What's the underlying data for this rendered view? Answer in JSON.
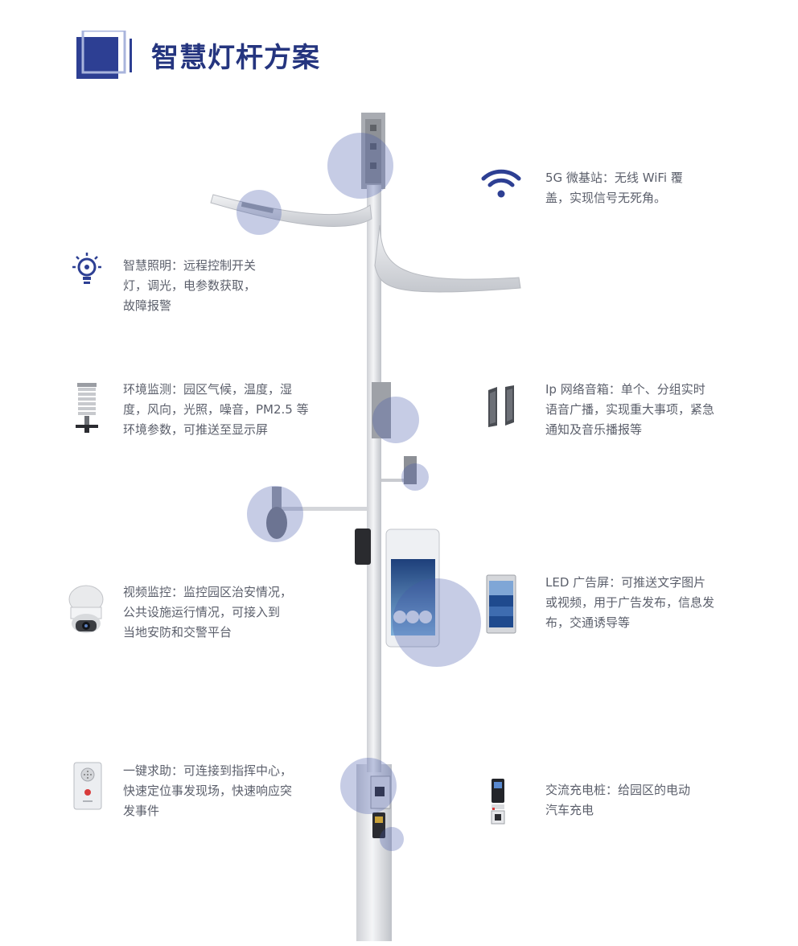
{
  "title": "智慧灯杆方案",
  "colors": {
    "title": "#25357f",
    "accent": "#2d3f93",
    "highlight": "rgba(66,86,168,0.30)",
    "text": "#5b5f6b",
    "pole": "#e6e7ea"
  },
  "features": {
    "lighting": {
      "icon": "lightbulb-icon",
      "lines": [
        "智慧照明：远程控制开关",
        "灯，调光，电参数获取，",
        "故障报警"
      ]
    },
    "environment": {
      "icon": "weather-station-icon",
      "lines": [
        "环境监测：园区气候，温度，湿",
        "度，风向，光照，噪音，PM2.5 等",
        "环境参数，可推送至显示屏"
      ]
    },
    "video": {
      "icon": "dome-camera-icon",
      "lines": [
        "视频监控：监控园区治安情况，",
        " 公共设施运行情况，可接入到",
        "当地安防和交警平台"
      ]
    },
    "sos": {
      "icon": "sos-intercom-icon",
      "lines": [
        "一键求助：可连接到指挥中心，",
        "快速定位事发现场，快速响应突",
        "发事件"
      ]
    },
    "wifi": {
      "icon": "wifi-icon",
      "lines": [
        "5G 微基站：无线 WiFi 覆",
        "盖，实现信号无死角。"
      ]
    },
    "speaker": {
      "icon": "ip-speaker-icon",
      "lines": [
        "Ip 网络音箱：单个、分组实时",
        "语音广播，实现重大事项，紧急",
        "通知及音乐播报等"
      ]
    },
    "led": {
      "icon": "led-screen-icon",
      "lines": [
        "LED 广告屏：可推送文字图片",
        "或视频，用于广告发布，信息发",
        "布，交通诱导等"
      ]
    },
    "charger": {
      "icon": "ev-charger-icon",
      "lines": [
        "交流充电桩：给园区的电动",
        "汽车充电"
      ]
    }
  }
}
